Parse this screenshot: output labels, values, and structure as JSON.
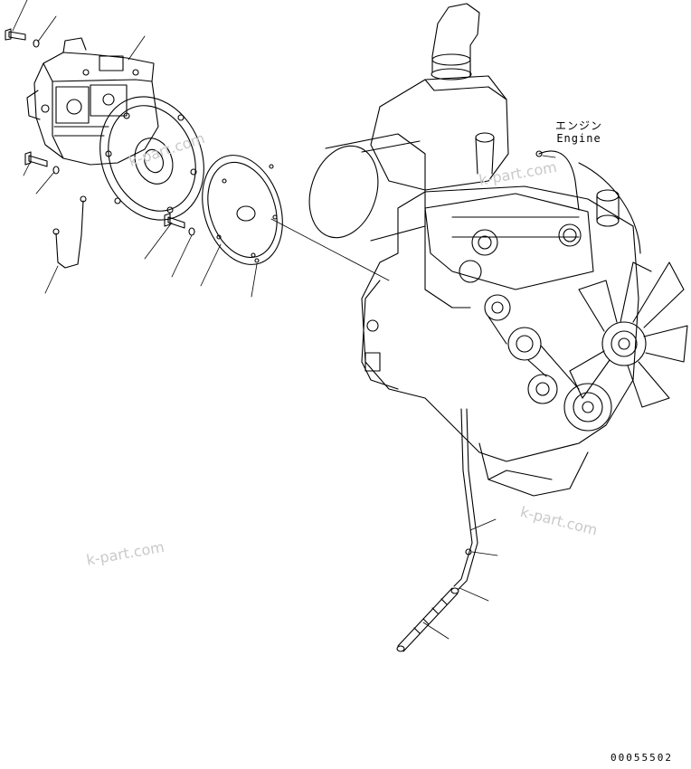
{
  "engine_label": {
    "jp": "エンジン",
    "en": "Engine"
  },
  "watermarks": [
    "k-part.com",
    "k-part.com",
    "k-part.com",
    "k-part.com"
  ],
  "part_number": "00055502"
}
